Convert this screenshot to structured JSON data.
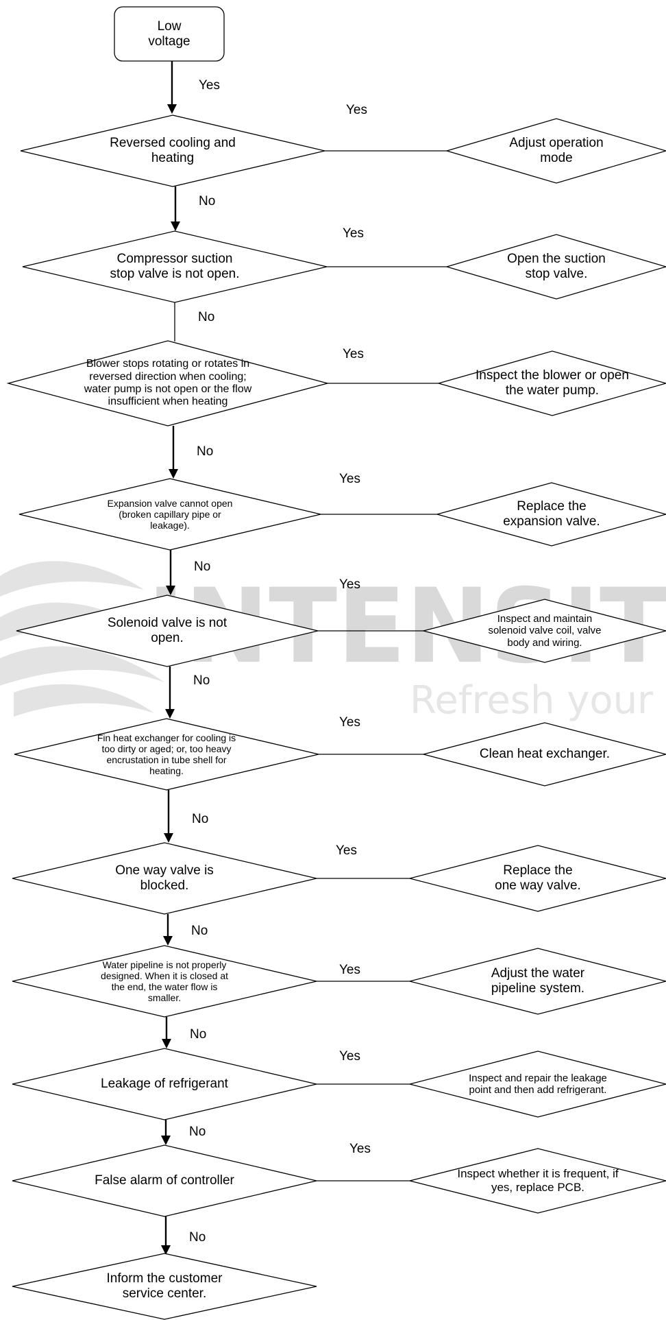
{
  "watermark": {
    "brand": "INTENSIT",
    "tagline": "Refresh your"
  },
  "start": {
    "text": "Low\nvoltage"
  },
  "labels": {
    "yes": "Yes",
    "no": "No"
  },
  "checks": [
    {
      "condition": "Reversed cooling and\nheating",
      "action": "Adjust operation\nmode"
    },
    {
      "condition": "Compressor suction\nstop valve is not open.",
      "action": "Open the suction\nstop valve."
    },
    {
      "condition": "Blower stops rotating or rotates in\nreversed direction when cooling;\nwater pump is not open or the flow\ninsufficient when heating",
      "action": "Inspect the blower or open\nthe water pump."
    },
    {
      "condition": "Expansion valve cannot open\n(broken capillary pipe or\nleakage).",
      "action": "Replace the\nexpansion valve."
    },
    {
      "condition": "Solenoid valve is not\nopen.",
      "action": "Inspect and maintain\nsolenoid valve coil, valve\nbody and wiring."
    },
    {
      "condition": "Fin heat exchanger for cooling is\ntoo dirty or aged; or, too heavy\nencrustation in tube shell for\nheating.",
      "action": "Clean heat exchanger."
    },
    {
      "condition": "One way valve is\nblocked.",
      "action": "Replace the\none way valve."
    },
    {
      "condition": "Water pipeline is not properly\ndesigned. When it is closed at\nthe end, the water flow is\nsmaller.",
      "action": "Adjust the water\npipeline system."
    },
    {
      "condition": "Leakage of refrigerant",
      "action": "Inspect and repair the leakage\npoint and then add refrigerant."
    },
    {
      "condition": "False alarm of controller",
      "action": "Inspect whether it is frequent, if\nyes, replace PCB."
    }
  ],
  "end": {
    "text": "Inform the customer\nservice center."
  }
}
